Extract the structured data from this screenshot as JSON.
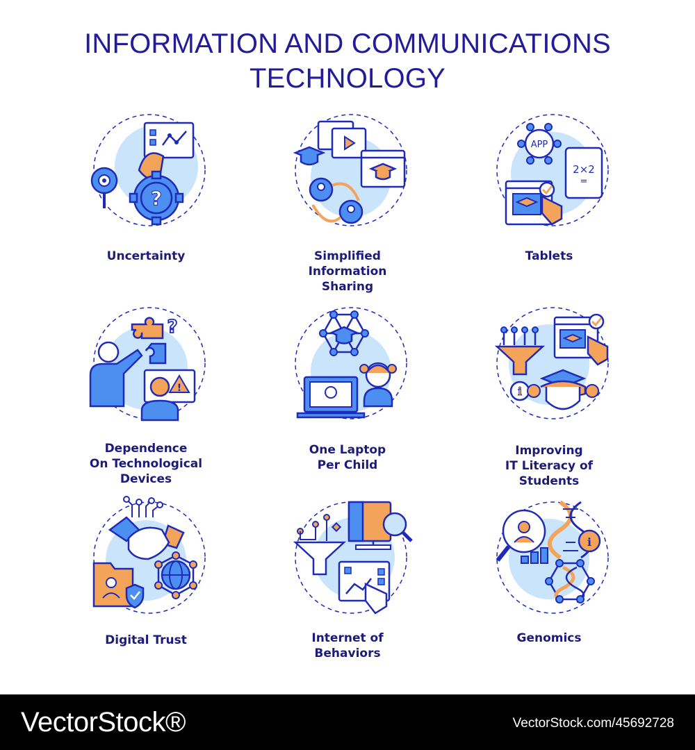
{
  "title": {
    "line1": "INFORMATION AND COMMUNICATIONS",
    "line2": "TECHNOLOGY"
  },
  "colors": {
    "title": "#241b9c",
    "stroke": "#1f2bb8",
    "blue_fill": "#4d8ff0",
    "light_blue": "#c9e4fb",
    "orange": "#f4a45a",
    "label": "#1c1a7a"
  },
  "icons": [
    {
      "name": "uncertainty-icon",
      "label": [
        "Uncertainty"
      ]
    },
    {
      "name": "simplified-information-sharing-icon",
      "label": [
        "Simplified",
        "Information",
        "Sharing"
      ]
    },
    {
      "name": "tablets-icon",
      "label": [
        "Tablets"
      ],
      "texts": {
        "app": "APP",
        "math": "2×2",
        "eq": "="
      }
    },
    {
      "name": "dependence-on-technological-devices-icon",
      "label": [
        "Dependence",
        "On Technological",
        "Devices"
      ]
    },
    {
      "name": "one-laptop-per-child-icon",
      "label": [
        "One Laptop",
        "Per Child"
      ]
    },
    {
      "name": "improving-it-literacy-icon",
      "label": [
        "Improving",
        "IT Literacy of",
        "Students"
      ]
    },
    {
      "name": "digital-trust-icon",
      "label": [
        "Digital Trust"
      ]
    },
    {
      "name": "internet-of-behaviors-icon",
      "label": [
        "Internet of",
        "Behaviors"
      ]
    },
    {
      "name": "genomics-icon",
      "label": [
        "Genomics"
      ]
    }
  ],
  "watermark": {
    "brand": "VectorStock®",
    "url": "VectorStock.com/45692728"
  }
}
